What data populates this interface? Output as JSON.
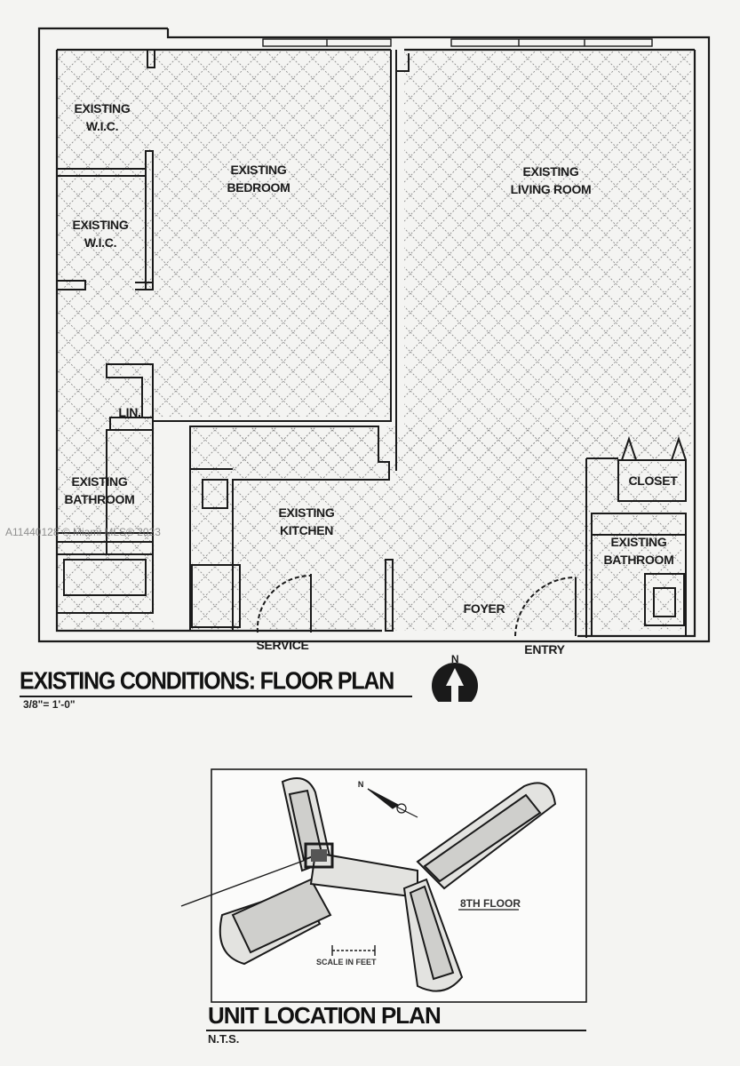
{
  "floor_plan": {
    "rooms": {
      "wic_top": "EXISTING\nW.I.C.",
      "bedroom": "EXISTING\nBEDROOM",
      "living_room": "EXISTING\nLIVING ROOM",
      "wic_mid": "EXISTING\nW.I.C.",
      "lin": "LIN.",
      "bathroom_left": "EXISTING\nBATHROOM",
      "kitchen": "EXISTING\nKITCHEN",
      "closet": "CLOSET",
      "bathroom_right": "EXISTING\nBATHROOM",
      "foyer": "FOYER"
    },
    "doors": {
      "service": "SERVICE",
      "entry": "ENTRY"
    },
    "title": "EXISTING CONDITIONS: FLOOR PLAN",
    "scale": "3/8\"= 1'-0\"",
    "north_label": "N"
  },
  "location_plan": {
    "title": "UNIT LOCATION PLAN",
    "scale": "N.T.S.",
    "floor_label": "8TH FLOOR",
    "scale_in_feet": "SCALE IN FEET",
    "north_label": "N"
  },
  "watermark": "A11440128 © Miami MLS® 2023",
  "colors": {
    "ink": "#1a1a1a",
    "paper": "#f4f4f2",
    "hatch": "#8a8a8a"
  }
}
